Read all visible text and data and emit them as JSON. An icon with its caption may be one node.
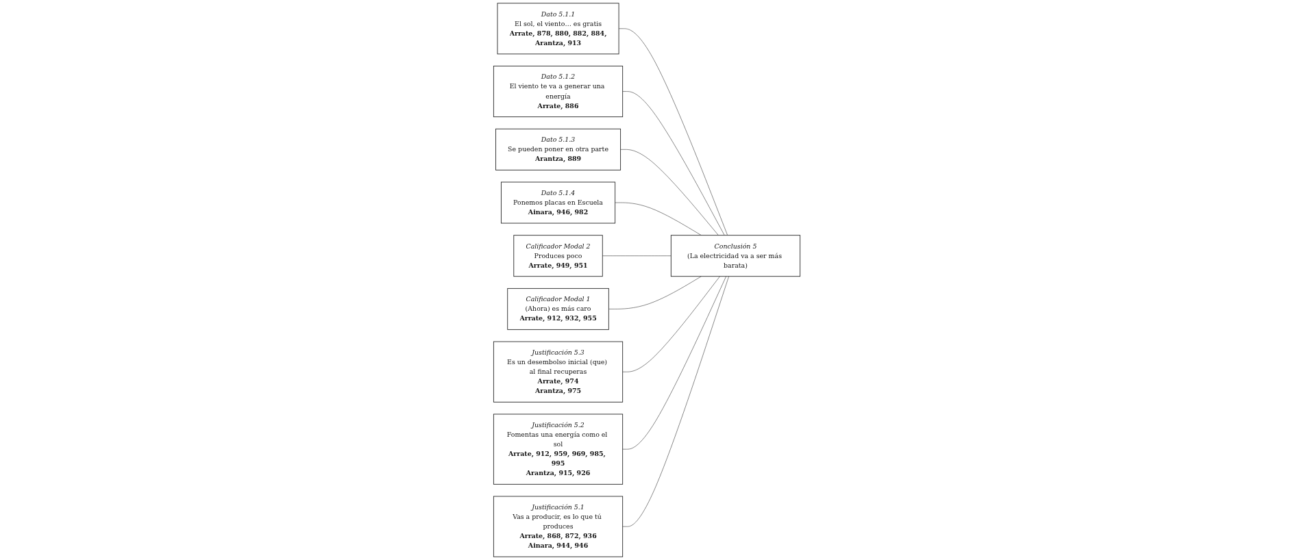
{
  "diagram": {
    "nodes": [
      {
        "text": [
          "Dato 5.1.1",
          "El sol, el viento… es gratis",
          "Arrate, 878, 880, 882, 884,",
          "Arantza, 913"
        ]
      },
      {
        "text": [
          "Dato 5.1.2",
          "El viento te va a generar una energía",
          "Arrate, 886"
        ]
      },
      {
        "text": [
          "Dato 5.1.3",
          "Se pueden poner en otra parte",
          "Arantza, 889"
        ]
      },
      {
        "text": [
          "Dato 5.1.4",
          "Ponemos placas en Escuela",
          "Ainara, 946, 982"
        ]
      },
      {
        "text": [
          "Calificador Modal 2",
          "Produces poco",
          "Arrate, 949, 951"
        ]
      },
      {
        "text": [
          "Calificador Modal 1",
          "(Ahora) es más caro",
          "Arrate, 912, 932, 955"
        ]
      },
      {
        "text": [
          "Conclusión 5",
          "(La electricidad va a ser más barata)"
        ]
      },
      {
        "text": [
          "Justificación 5.3",
          "Es un desembolso inicial (que) al final recuperas",
          "Arrate, 974",
          "Arantza, 975"
        ]
      },
      {
        "text": [
          "Justificación 5.2",
          "Fomentas una energía como el sol",
          "Arrate, 912, 959, 969, 985, 995",
          "Arantza, 915, 926"
        ]
      },
      {
        "text": [
          "Justificación 5.1",
          "Vas a producir, es lo que tú produces",
          "Arrate, 868, 872, 936",
          "Ainara, 944, 946"
        ]
      }
    ],
    "edges": [
      {
        "from": 0,
        "to": 6,
        "arrow": "none"
      },
      {
        "from": 1,
        "to": 6,
        "arrow": "none"
      },
      {
        "from": 2,
        "to": 6,
        "arrow": "none"
      },
      {
        "from": 3,
        "to": 6,
        "arrow": "none"
      },
      {
        "from": 4,
        "to": 6,
        "arrow": "none"
      },
      {
        "from": 5,
        "to": 6,
        "arrow": "none"
      },
      {
        "from": 7,
        "to": 6,
        "arrow": "none"
      },
      {
        "from": 8,
        "to": 6,
        "arrow": "none"
      },
      {
        "from": 9,
        "to": 6,
        "arrow": "none"
      }
    ]
  }
}
